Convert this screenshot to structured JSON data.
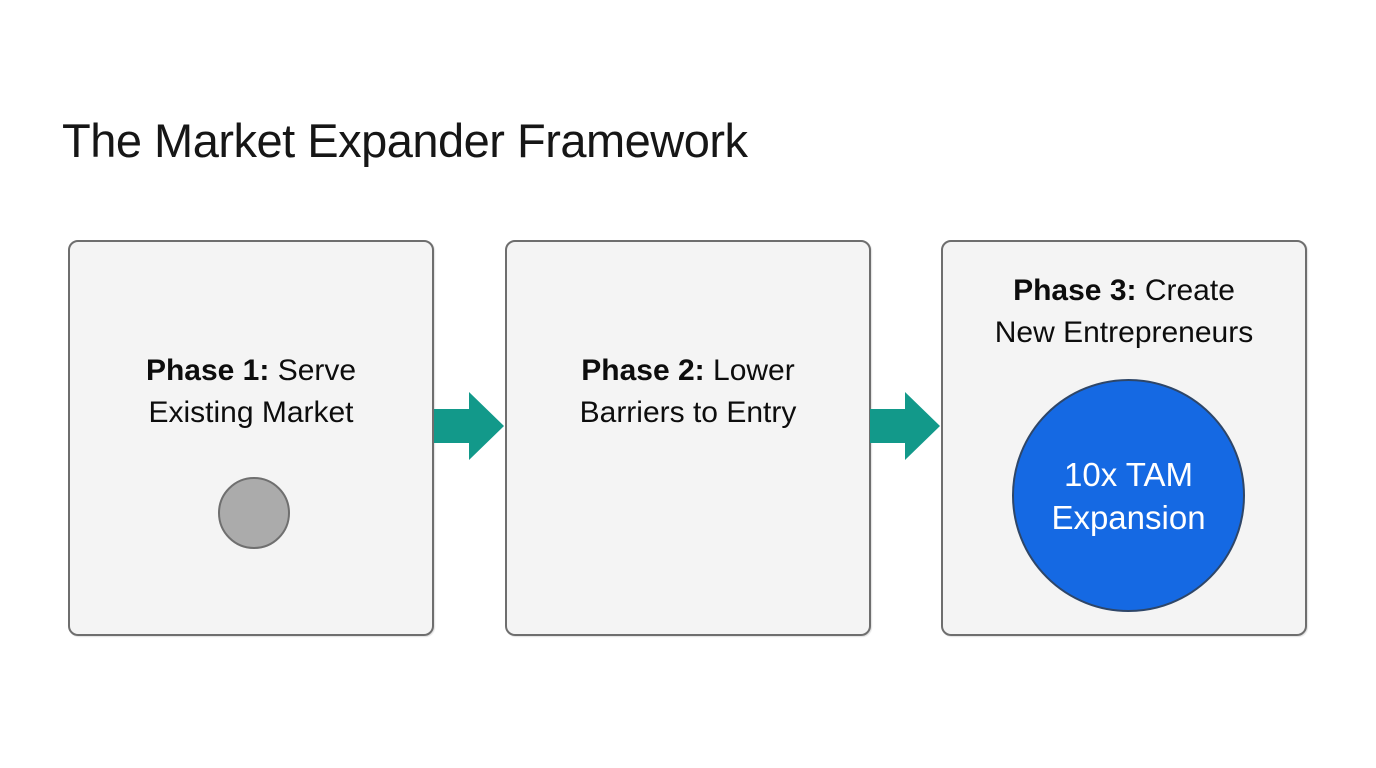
{
  "page": {
    "title": "The Market Expander Framework",
    "background": "#ffffff"
  },
  "diagram": {
    "arrow_color": "#12998a",
    "box_fill": "#f4f4f4",
    "box_border": "#6e6e6e",
    "phases": [
      {
        "heading_bold": "Phase 1:",
        "heading_rest": "Serve\nExisting Market",
        "marker": "gray-dot",
        "marker_fill": "#ababab",
        "marker_border": "#6f6f6f"
      },
      {
        "heading_bold": "Phase 2:",
        "heading_rest": "Lower\nBarriers to Entry"
      },
      {
        "heading_bold": "Phase 3:",
        "heading_rest": "Create\nNew Entrepreneurs",
        "bubble_text": "10x TAM\nExpansion",
        "bubble_fill": "#1569e3",
        "bubble_border": "#2e4668",
        "bubble_text_color": "#ffffff"
      }
    ]
  }
}
